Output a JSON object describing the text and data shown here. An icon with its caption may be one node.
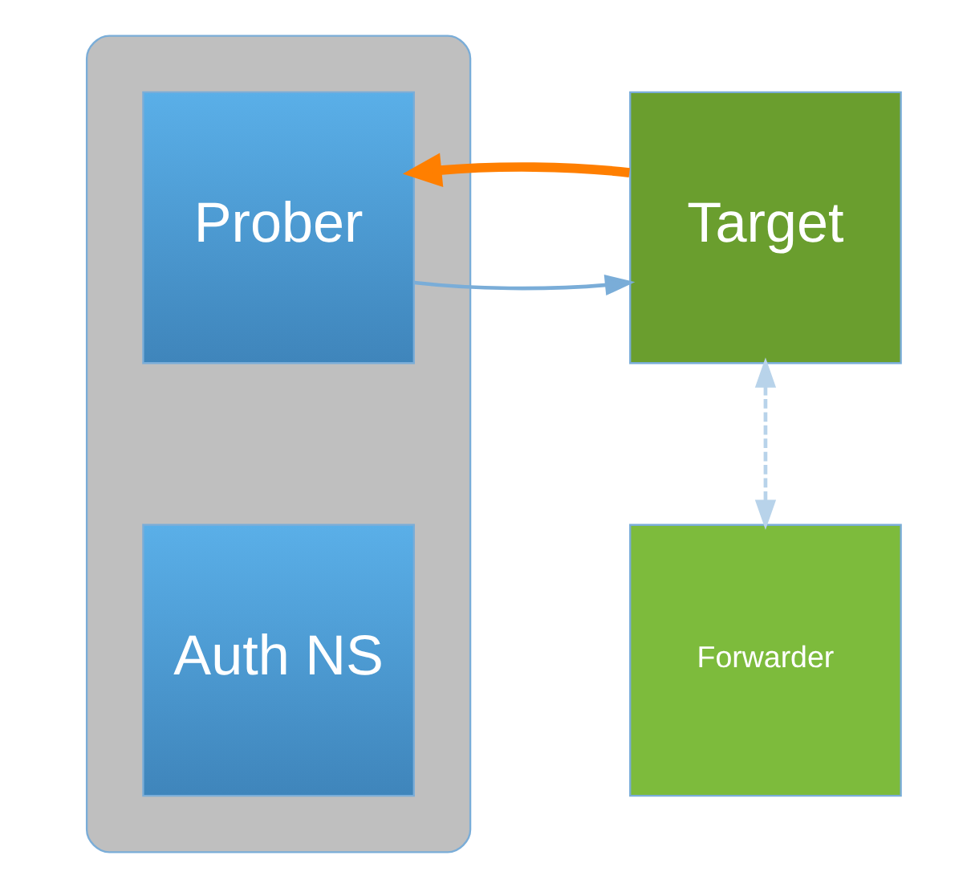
{
  "diagram": {
    "nodes": [
      {
        "text": [],
        "shape": "box"
      },
      {
        "text": [
          "Prober"
        ],
        "in": 0
      },
      {
        "text": [
          "Auth NS"
        ],
        "in": 0
      },
      {
        "text": [
          "Target"
        ]
      },
      {
        "text": [
          "Forwarder"
        ]
      }
    ],
    "edges": [
      {
        "from": 1,
        "to": 3,
        "arrow": "to"
      },
      {
        "from": 3,
        "to": 1,
        "arrow": "to",
        "style": "thick",
        "color": "#ff7f00"
      },
      {
        "from": 3,
        "to": 4,
        "arrow": "both",
        "style": "dashed",
        "color": "#b8d3ea"
      }
    ]
  }
}
